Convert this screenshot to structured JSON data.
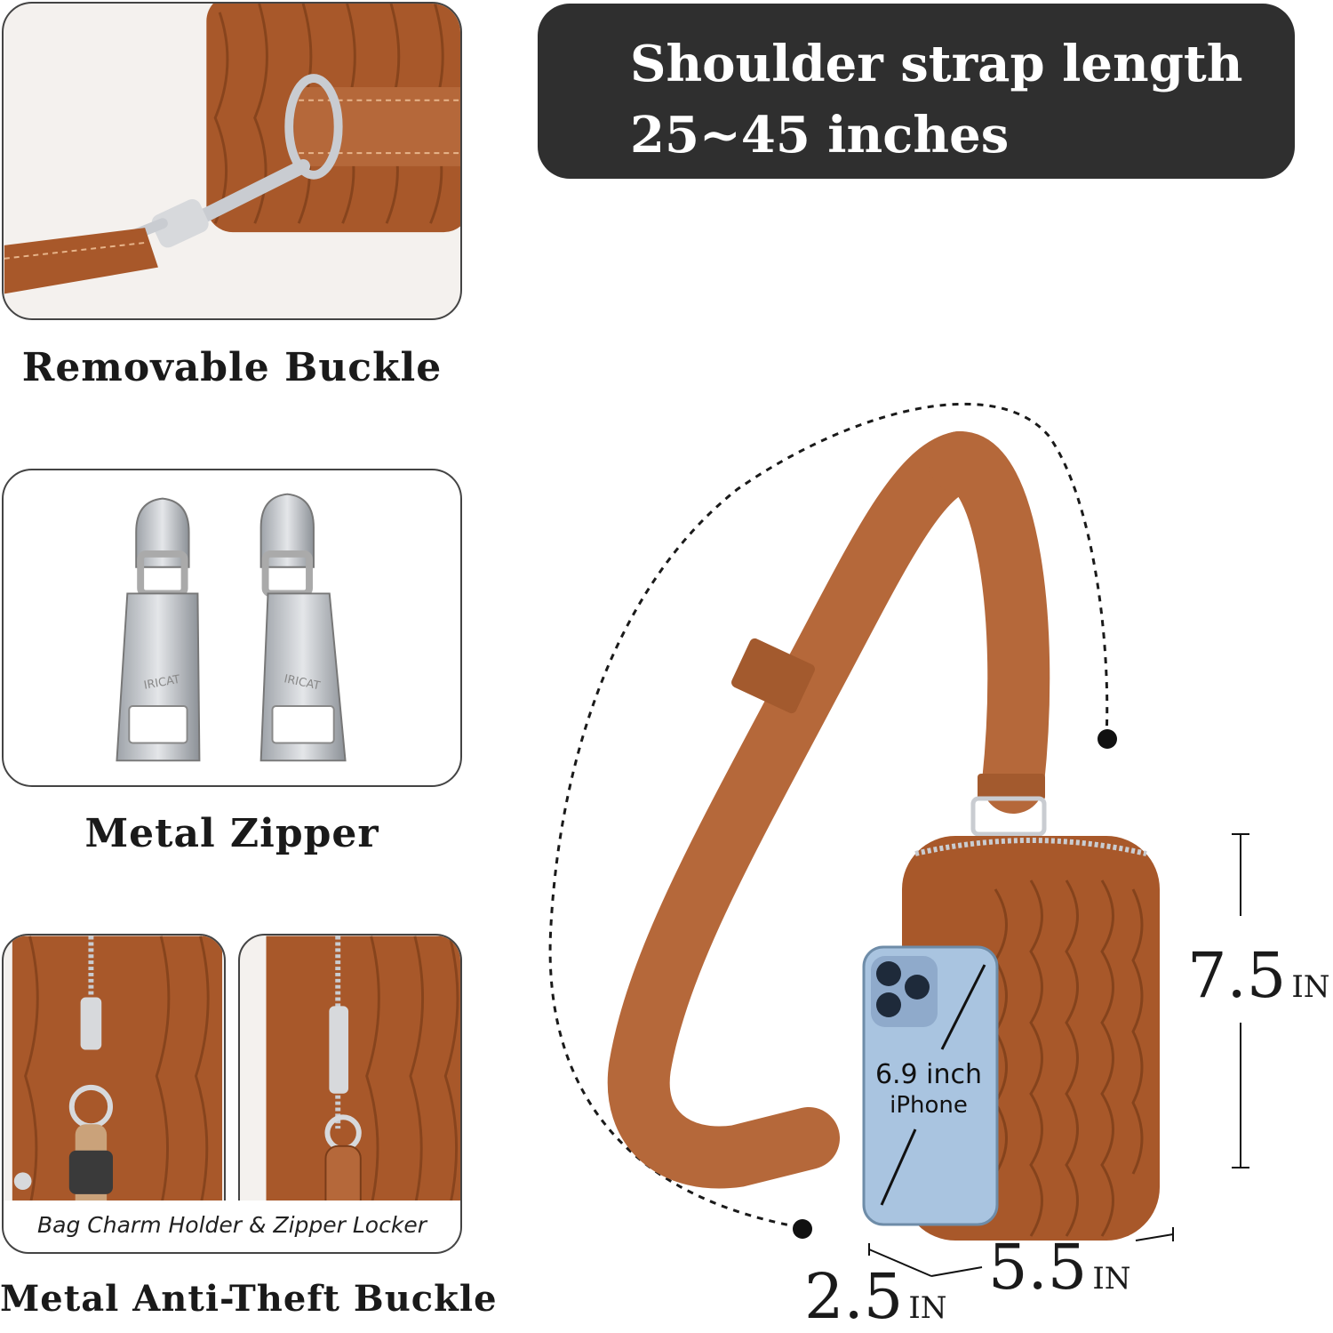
{
  "banner": {
    "line1": "Shoulder strap length",
    "line2": "25~45 inches"
  },
  "features": {
    "buckle_caption": "Removable Buckle",
    "zipper_caption": "Metal Zipper",
    "antitheft_caption": "Metal Anti-Theft Buckle",
    "charm_label": "Bag Charm Holder & Zipper Locker",
    "zipper_engraving": "IRICAT"
  },
  "dimensions": {
    "height_value": "7.5",
    "height_unit": "IN",
    "width_value": "5.5",
    "width_unit": "IN",
    "depth_value": "2.5",
    "depth_unit": "IN"
  },
  "phone": {
    "size": "6.9 inch",
    "model": "iPhone"
  },
  "colors": {
    "leather": "#a8582a",
    "leather_dark": "#7a3c18",
    "strap": "#b5683a",
    "banner_bg": "#2f2f2f",
    "metal": "#c9ccd1",
    "phone": "#a9c4e0"
  }
}
